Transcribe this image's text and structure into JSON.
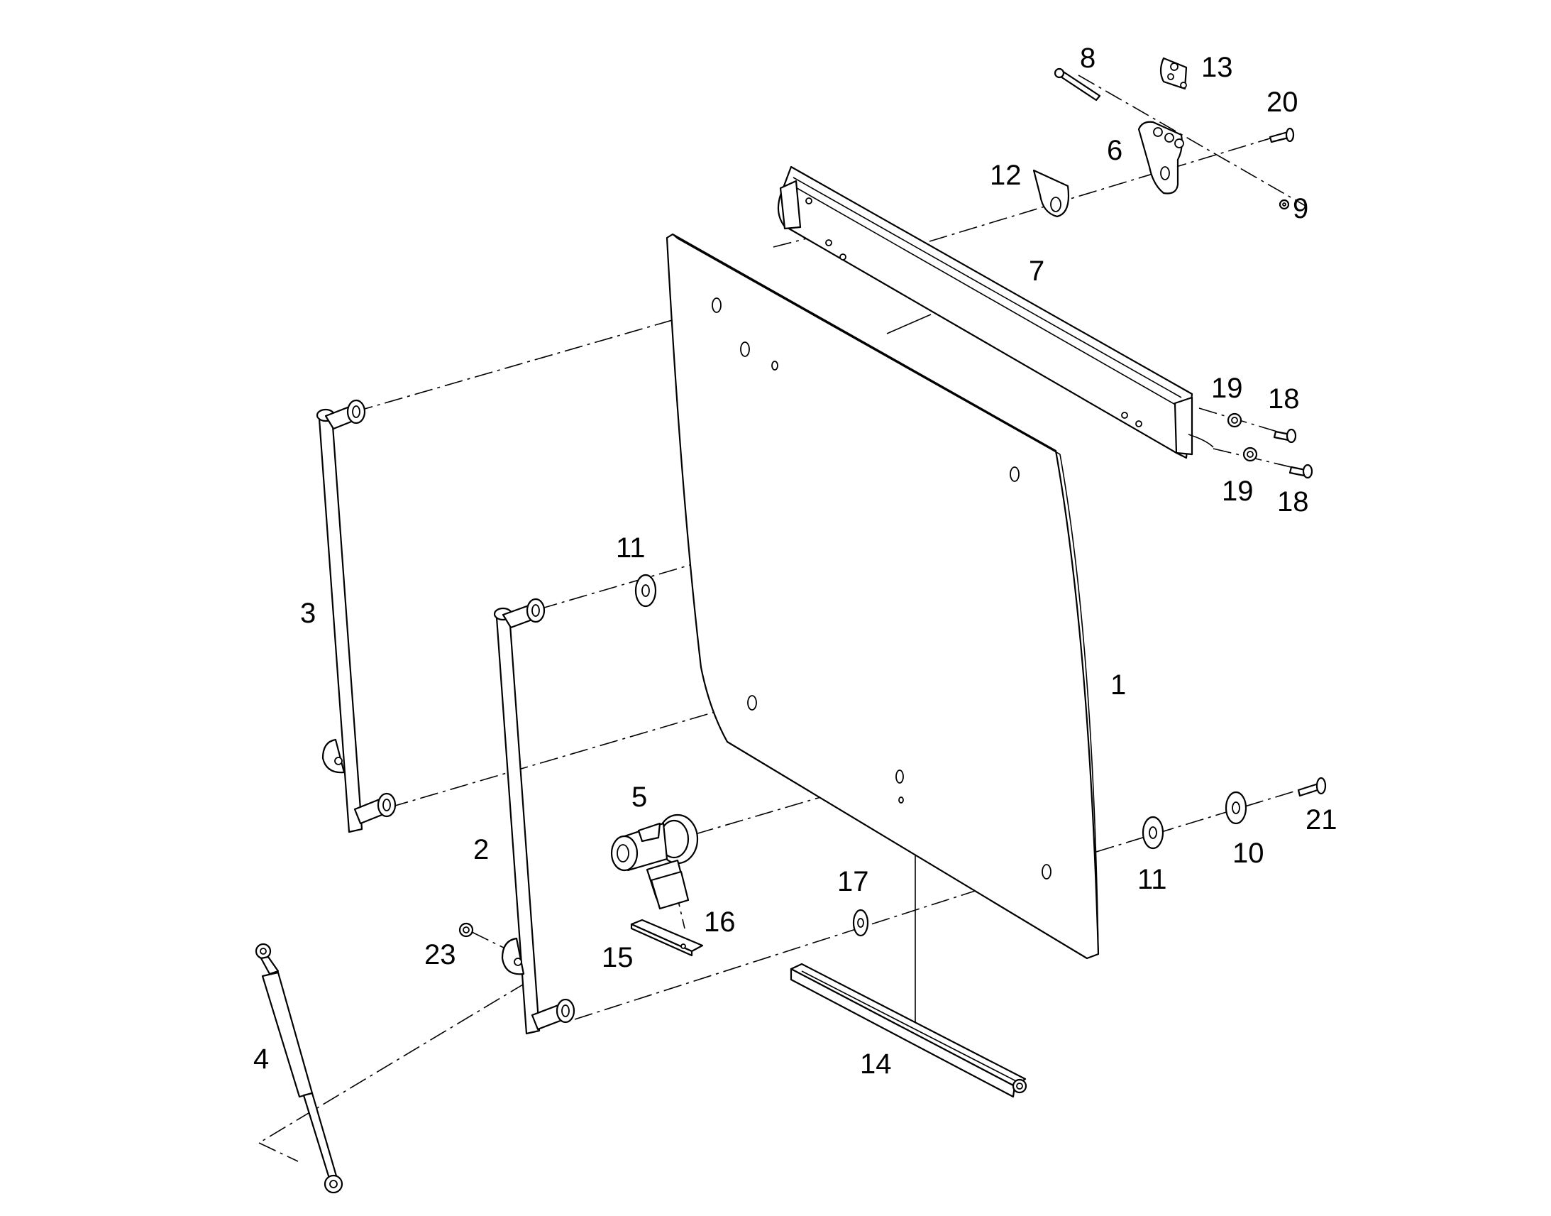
{
  "labels": {
    "l1": "1",
    "l2": "2",
    "l3": "3",
    "l4": "4",
    "l5": "5",
    "l6": "6",
    "l7": "7",
    "l8": "8",
    "l9": "9",
    "l10": "10",
    "l11a": "11",
    "l11b": "11",
    "l12": "12",
    "l13": "13",
    "l14": "14",
    "l15": "15",
    "l16": "16",
    "l17": "17",
    "l18a": "18",
    "l18b": "18",
    "l19a": "19",
    "l19b": "19",
    "l20": "20",
    "l21": "21",
    "l23": "23"
  },
  "colors": {
    "line": "#000000",
    "background": "#ffffff"
  }
}
